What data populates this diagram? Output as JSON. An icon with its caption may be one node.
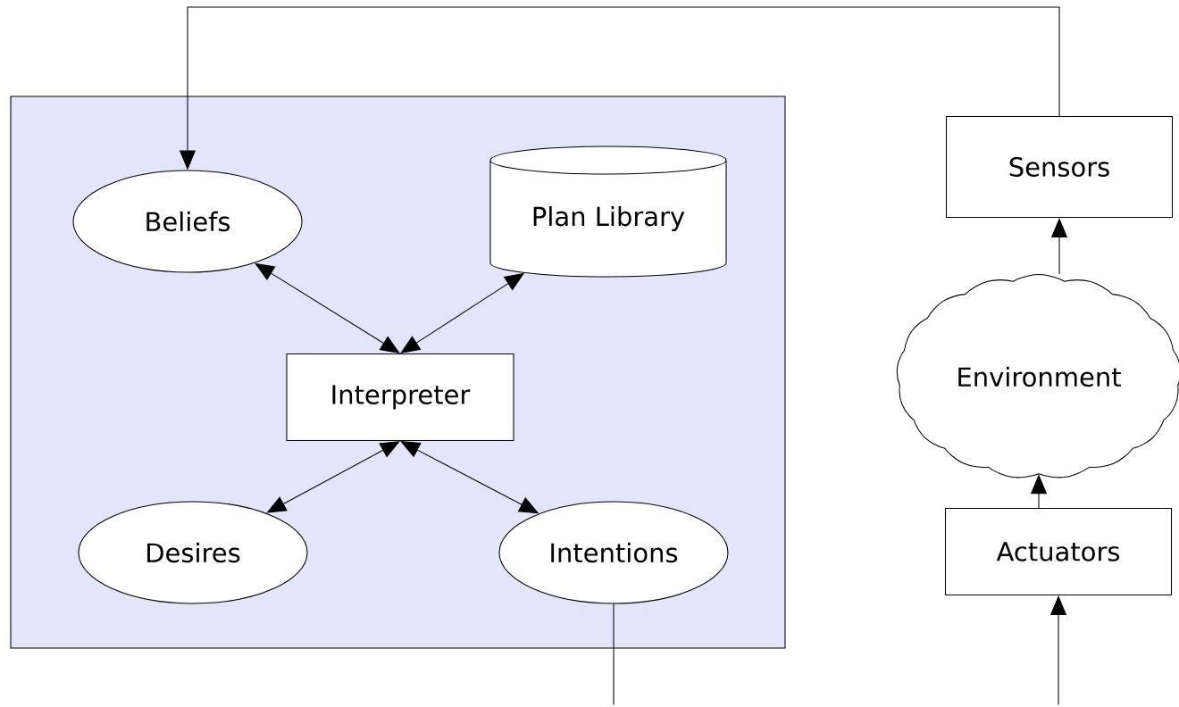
{
  "diagram": {
    "nodes": [
      {
        "text": [],
        "shape": "box"
      },
      {
        "text": [
          "Beliefs"
        ],
        "in": 0
      },
      {
        "text": [
          "Plan Library"
        ],
        "in": 0
      },
      {
        "text": [
          "Interpreter"
        ],
        "in": 0
      },
      {
        "text": [
          "Desires"
        ],
        "in": 0
      },
      {
        "text": [
          "Intentions"
        ],
        "in": 0
      },
      {
        "text": [
          "Sensors"
        ]
      },
      {
        "text": [
          "Environment"
        ]
      },
      {
        "text": [
          "Actuators"
        ]
      }
    ],
    "edges": [
      {
        "from": 6,
        "to": 1,
        "arrow": "to"
      },
      {
        "from": 1,
        "to": 3,
        "arrow": "both"
      },
      {
        "from": 2,
        "to": 3,
        "arrow": "both"
      },
      {
        "from": 3,
        "to": 4,
        "arrow": "both"
      },
      {
        "from": 3,
        "to": 5,
        "arrow": "both"
      },
      {
        "from": 7,
        "to": 6,
        "arrow": "to"
      },
      {
        "from": 8,
        "to": 7,
        "arrow": "to"
      },
      {
        "from": 5,
        "to": null,
        "arrow": "none"
      },
      {
        "from": null,
        "to": 8,
        "arrow": "to"
      }
    ]
  }
}
